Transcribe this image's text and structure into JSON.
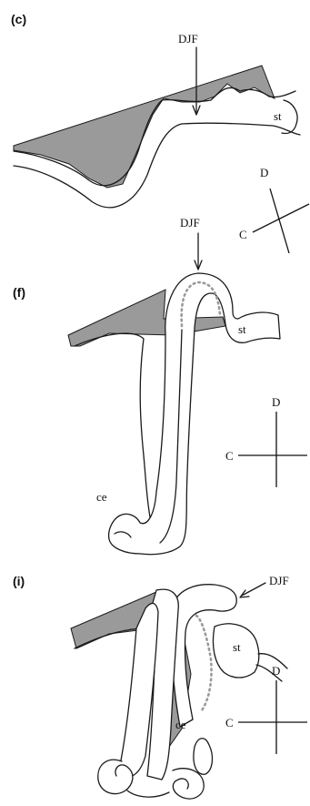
{
  "panels": [
    {
      "label": "(c)",
      "dj_label": "DJF",
      "st_label": "st",
      "axes": {
        "d": "D",
        "c": "C"
      }
    },
    {
      "label": "(f)",
      "dj_label": "DJF",
      "st_label": "st",
      "ce_label": "ce",
      "axes": {
        "d": "D",
        "c": "C"
      }
    },
    {
      "label": "(i)",
      "dj_label": "DJF",
      "st_label": "st",
      "ce_label": "ce",
      "axes": {
        "d": "D",
        "c": "C"
      }
    }
  ],
  "colors": {
    "shading": "#9a9a9a",
    "outline": "#1a1a1a",
    "background": "#ffffff"
  }
}
